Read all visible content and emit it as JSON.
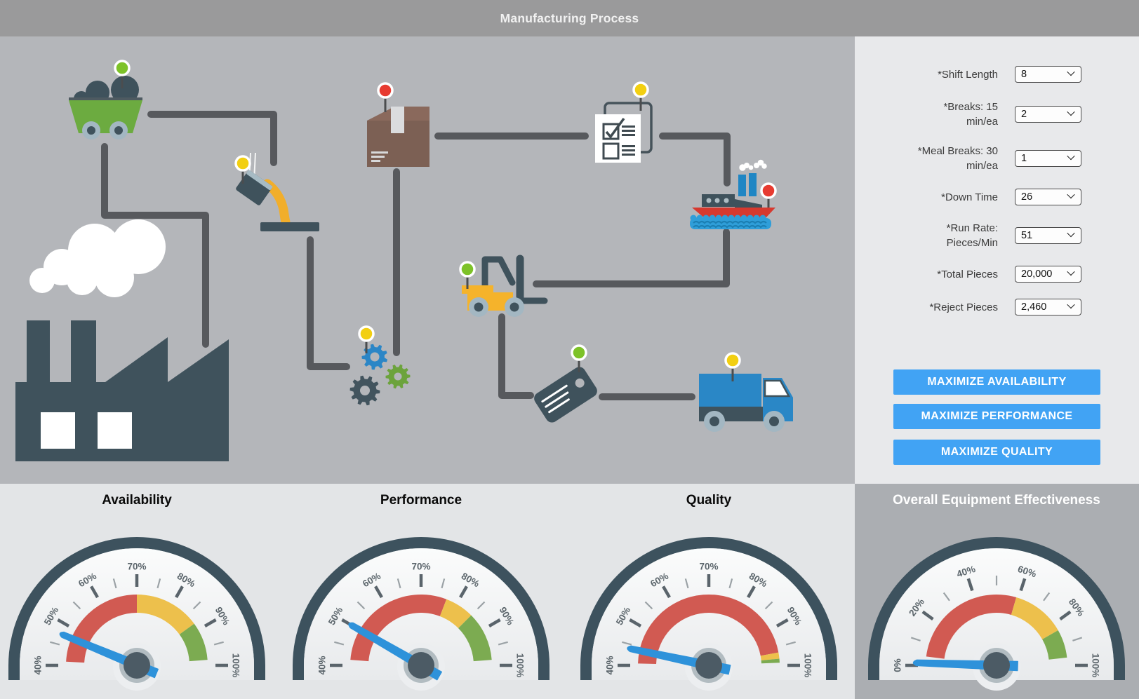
{
  "header": {
    "title": "Manufacturing Process"
  },
  "controls": {
    "rows": [
      {
        "name": "shift-length",
        "label": "*Shift Length",
        "value": "8"
      },
      {
        "name": "breaks",
        "label": "*Breaks: 15\nmin/ea",
        "value": "2"
      },
      {
        "name": "meal-breaks",
        "label": "*Meal Breaks: 30\nmin/ea",
        "value": "1"
      },
      {
        "name": "down-time",
        "label": "*Down Time",
        "value": "26"
      },
      {
        "name": "run-rate",
        "label": "*Run Rate:\nPieces/Min",
        "value": "51"
      },
      {
        "name": "total-pieces",
        "label": "*Total Pieces",
        "value": "20,000"
      },
      {
        "name": "reject-pieces",
        "label": "*Reject Pieces",
        "value": "2,460"
      }
    ]
  },
  "buttons": [
    {
      "label": "MAXIMIZE AVAILABILITY"
    },
    {
      "label": "MAXIMIZE PERFORMANCE"
    },
    {
      "label": "MAXIMIZE QUALITY"
    }
  ],
  "diagram": {
    "stations": [
      {
        "name": "mine-cart",
        "indicator": "green"
      },
      {
        "name": "ladle-pour",
        "indicator": "yellow"
      },
      {
        "name": "factory",
        "indicator": null
      },
      {
        "name": "gears",
        "indicator": "yellow"
      },
      {
        "name": "box",
        "indicator": "red"
      },
      {
        "name": "checklist",
        "indicator": "yellow"
      },
      {
        "name": "ship",
        "indicator": "red"
      },
      {
        "name": "forklift",
        "indicator": "green"
      },
      {
        "name": "tag",
        "indicator": "green"
      },
      {
        "name": "truck",
        "indicator": "yellow"
      }
    ],
    "indicator_colors": {
      "green": "#7DC228",
      "yellow": "#F2CF11",
      "red": "#E73B31"
    }
  },
  "chart_data": [
    {
      "type": "gauge",
      "title": "Availability",
      "min": 40,
      "max": 100,
      "unit": "%",
      "value": 47.5,
      "major_ticks": [
        40,
        50,
        60,
        70,
        80,
        90,
        100
      ],
      "minor_ticks": [
        45,
        55,
        65,
        75,
        85,
        95
      ],
      "bands": [
        {
          "color": "#D15A52",
          "from": 41,
          "to": 70
        },
        {
          "color": "#EDC04C",
          "from": 70,
          "to": 88
        },
        {
          "color": "#7CAB51",
          "from": 88,
          "to": 98.5
        }
      ]
    },
    {
      "type": "gauge",
      "title": "Performance",
      "min": 40,
      "max": 100,
      "unit": "%",
      "value": 50,
      "major_ticks": [
        40,
        50,
        60,
        70,
        80,
        90,
        100
      ],
      "minor_ticks": [
        45,
        55,
        65,
        75,
        85,
        95
      ],
      "bands": [
        {
          "color": "#D15A52",
          "from": 41.5,
          "to": 77
        },
        {
          "color": "#EDC04C",
          "from": 77,
          "to": 85
        },
        {
          "color": "#7CAB51",
          "from": 85,
          "to": 98.5
        }
      ]
    },
    {
      "type": "gauge",
      "title": "Quality",
      "min": 40,
      "max": 100,
      "unit": "%",
      "value": 44,
      "major_ticks": [
        40,
        50,
        60,
        70,
        80,
        90,
        100
      ],
      "minor_ticks": [
        45,
        55,
        65,
        75,
        85,
        95
      ],
      "bands": [
        {
          "color": "#D15A52",
          "from": 40.5,
          "to": 96.5
        },
        {
          "color": "#EDC04C",
          "from": 96.5,
          "to": 98.2
        },
        {
          "color": "#7CAB51",
          "from": 98.2,
          "to": 99.3
        }
      ]
    },
    {
      "type": "gauge",
      "title": "Overall Equipment Effectiveness",
      "min": 0,
      "max": 100,
      "unit": "%",
      "value": 1,
      "major_ticks": [
        0,
        20,
        40,
        60,
        80,
        100
      ],
      "minor_ticks": [
        10,
        30,
        50,
        70,
        90
      ],
      "bands": [
        {
          "color": "#D15A52",
          "from": 4,
          "to": 59
        },
        {
          "color": "#EDC04C",
          "from": 59,
          "to": 83.5
        },
        {
          "color": "#7CAB51",
          "from": 83.5,
          "to": 96.5
        }
      ]
    }
  ],
  "colors": {
    "titlebar": "#9A9A9B",
    "diagram_bg": "#B4B6BA",
    "panel_bg": "#E8E9EB",
    "footer_bg": "#E3E5E7",
    "oee_bg": "#ABAEB2",
    "slate": "#3F525C",
    "connector": "#57595D",
    "button_blue": "#41A3F4",
    "needle_blue": "#2E92DA",
    "gauge_red": "#D15A52",
    "gauge_yellow": "#EDC04C",
    "gauge_green": "#7CAB51"
  }
}
